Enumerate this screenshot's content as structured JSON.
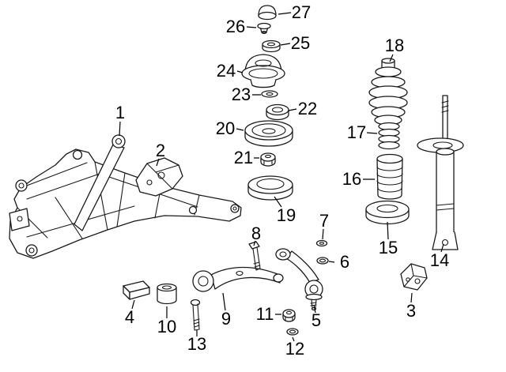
{
  "diagram": {
    "type": "exploded-parts-diagram",
    "subject": "front-suspension-components",
    "background_color": "#ffffff",
    "line_color": "#1a1a1a",
    "callouts": {
      "c1": "1",
      "c2": "2",
      "c3": "3",
      "c4": "4",
      "c5": "5",
      "c6": "6",
      "c7": "7",
      "c8": "8",
      "c9": "9",
      "c10": "10",
      "c11": "11",
      "c12": "12",
      "c13": "13",
      "c14": "14",
      "c15": "15",
      "c16": "16",
      "c17": "17",
      "c18": "18",
      "c19": "19",
      "c20": "20",
      "c21": "21",
      "c22": "22",
      "c23": "23",
      "c24": "24",
      "c25": "25",
      "c26": "26",
      "c27": "27"
    }
  }
}
